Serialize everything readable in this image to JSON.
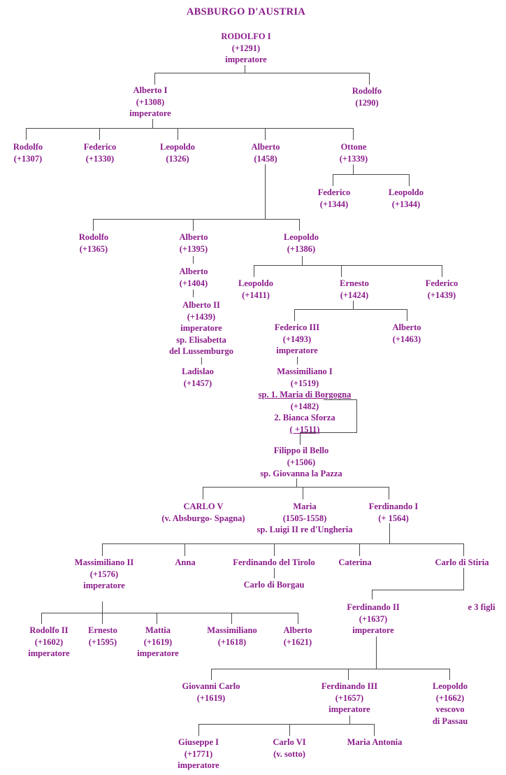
{
  "title": "ABSBURGO D'AUSTRIA",
  "colors": {
    "text": "#8b1b8b",
    "line": "#4a4a4a"
  },
  "people": {
    "rodolfo_i": [
      "RODOLFO I",
      "(+1291)",
      "imperatore"
    ],
    "alberto_i": [
      "Alberto I",
      "(+1308)",
      "imperatore"
    ],
    "rodolfo_1290": [
      "Rodolfo",
      "(1290)"
    ],
    "rodolfo_1307": [
      "Rodolfo",
      "(+1307)"
    ],
    "federico_1330": [
      "Federico",
      "(+1330)"
    ],
    "leopoldo_1326": [
      "Leopoldo",
      "(1326)"
    ],
    "alberto_1458": [
      "Alberto",
      "(1458)"
    ],
    "ottone": [
      "Ottone",
      "(+1339)"
    ],
    "federico_1344": [
      "Federico",
      "(+1344)"
    ],
    "leopoldo_1344": [
      "Leopoldo",
      "(+1344)"
    ],
    "rodolfo_1365": [
      "Rodolfo",
      "(+1365)"
    ],
    "alberto_1395": [
      "Alberto",
      "(+1395)"
    ],
    "leopoldo_1386": [
      "Leopoldo",
      "(+1386)"
    ],
    "alberto_1404": [
      "Alberto",
      "(+1404)"
    ],
    "alberto_ii": [
      "Alberto II",
      "(+1439)",
      "imperatore",
      "sp. Elisabetta",
      "del Lussemburgo"
    ],
    "ladislao": [
      "Ladislao",
      "(+1457)"
    ],
    "leopoldo_1411": [
      "Leopoldo",
      "(+1411)"
    ],
    "ernesto_1424": [
      "Ernesto",
      "(+1424)"
    ],
    "federico_1439": [
      "Federico",
      "(+1439)"
    ],
    "federico_iii": [
      "Federico III",
      "(+1493)",
      "imperatore"
    ],
    "alberto_1463": [
      "Alberto",
      "(+1463)"
    ],
    "massimiliano_i": [
      "Massimiliano I",
      "(+1519)",
      "sp. 1. Maria di Borgogna",
      "(+1482)",
      "2.  Bianca Sforza",
      "( +1511)"
    ],
    "filippo": [
      "Filippo il Bello",
      "(+1506)",
      "sp. Giovanna la Pazza"
    ],
    "carlo_v": [
      "CARLO V",
      "(v. Absburgo- Spagna)"
    ],
    "maria": [
      "Maria",
      "(1505-1558)",
      "sp. Luigi II  re d'Ungheria"
    ],
    "ferdinando_i": [
      "Ferdinando  I",
      "(+ 1564)"
    ],
    "massimiliano_ii": [
      "Massimiliano II",
      "(+1576)",
      "imperatore"
    ],
    "anna": [
      "Anna"
    ],
    "ferd_tirolo": [
      "Ferdinando del Tirolo"
    ],
    "carlo_borgau": [
      "Carlo di Borgau"
    ],
    "caterina": [
      "Caterina"
    ],
    "carlo_stiria": [
      "Carlo di Stiria"
    ],
    "ferdinando_ii": [
      "Ferdinando II",
      "(+1637)",
      "imperatore"
    ],
    "tre_figli": [
      "e  3 figli"
    ],
    "rodolfo_ii": [
      "Rodolfo II",
      "(+1602)",
      "imperatore"
    ],
    "ernesto_1595": [
      "Ernesto",
      "(+1595)"
    ],
    "mattia": [
      "Mattia",
      "(+1619)",
      "imperatore"
    ],
    "massimiliano_1618": [
      "Massimiliano",
      "(+1618)"
    ],
    "alberto_1621": [
      "Alberto",
      "(+1621)"
    ],
    "giovanni_carlo": [
      "Giovanni Carlo",
      "(+1619)"
    ],
    "ferdinando_iii": [
      "Ferdinando III",
      "(+1657)",
      "imperatore"
    ],
    "leopoldo_1662": [
      "Leopoldo",
      "(+1662)",
      "vescovo",
      "di Passau"
    ],
    "giuseppe_i": [
      "Giuseppe I",
      "(+1771)",
      "imperatore"
    ],
    "carlo_vi": [
      "Carlo VI",
      "(v. sotto)"
    ],
    "maria_antonia": [
      "Maria Antonia"
    ]
  }
}
